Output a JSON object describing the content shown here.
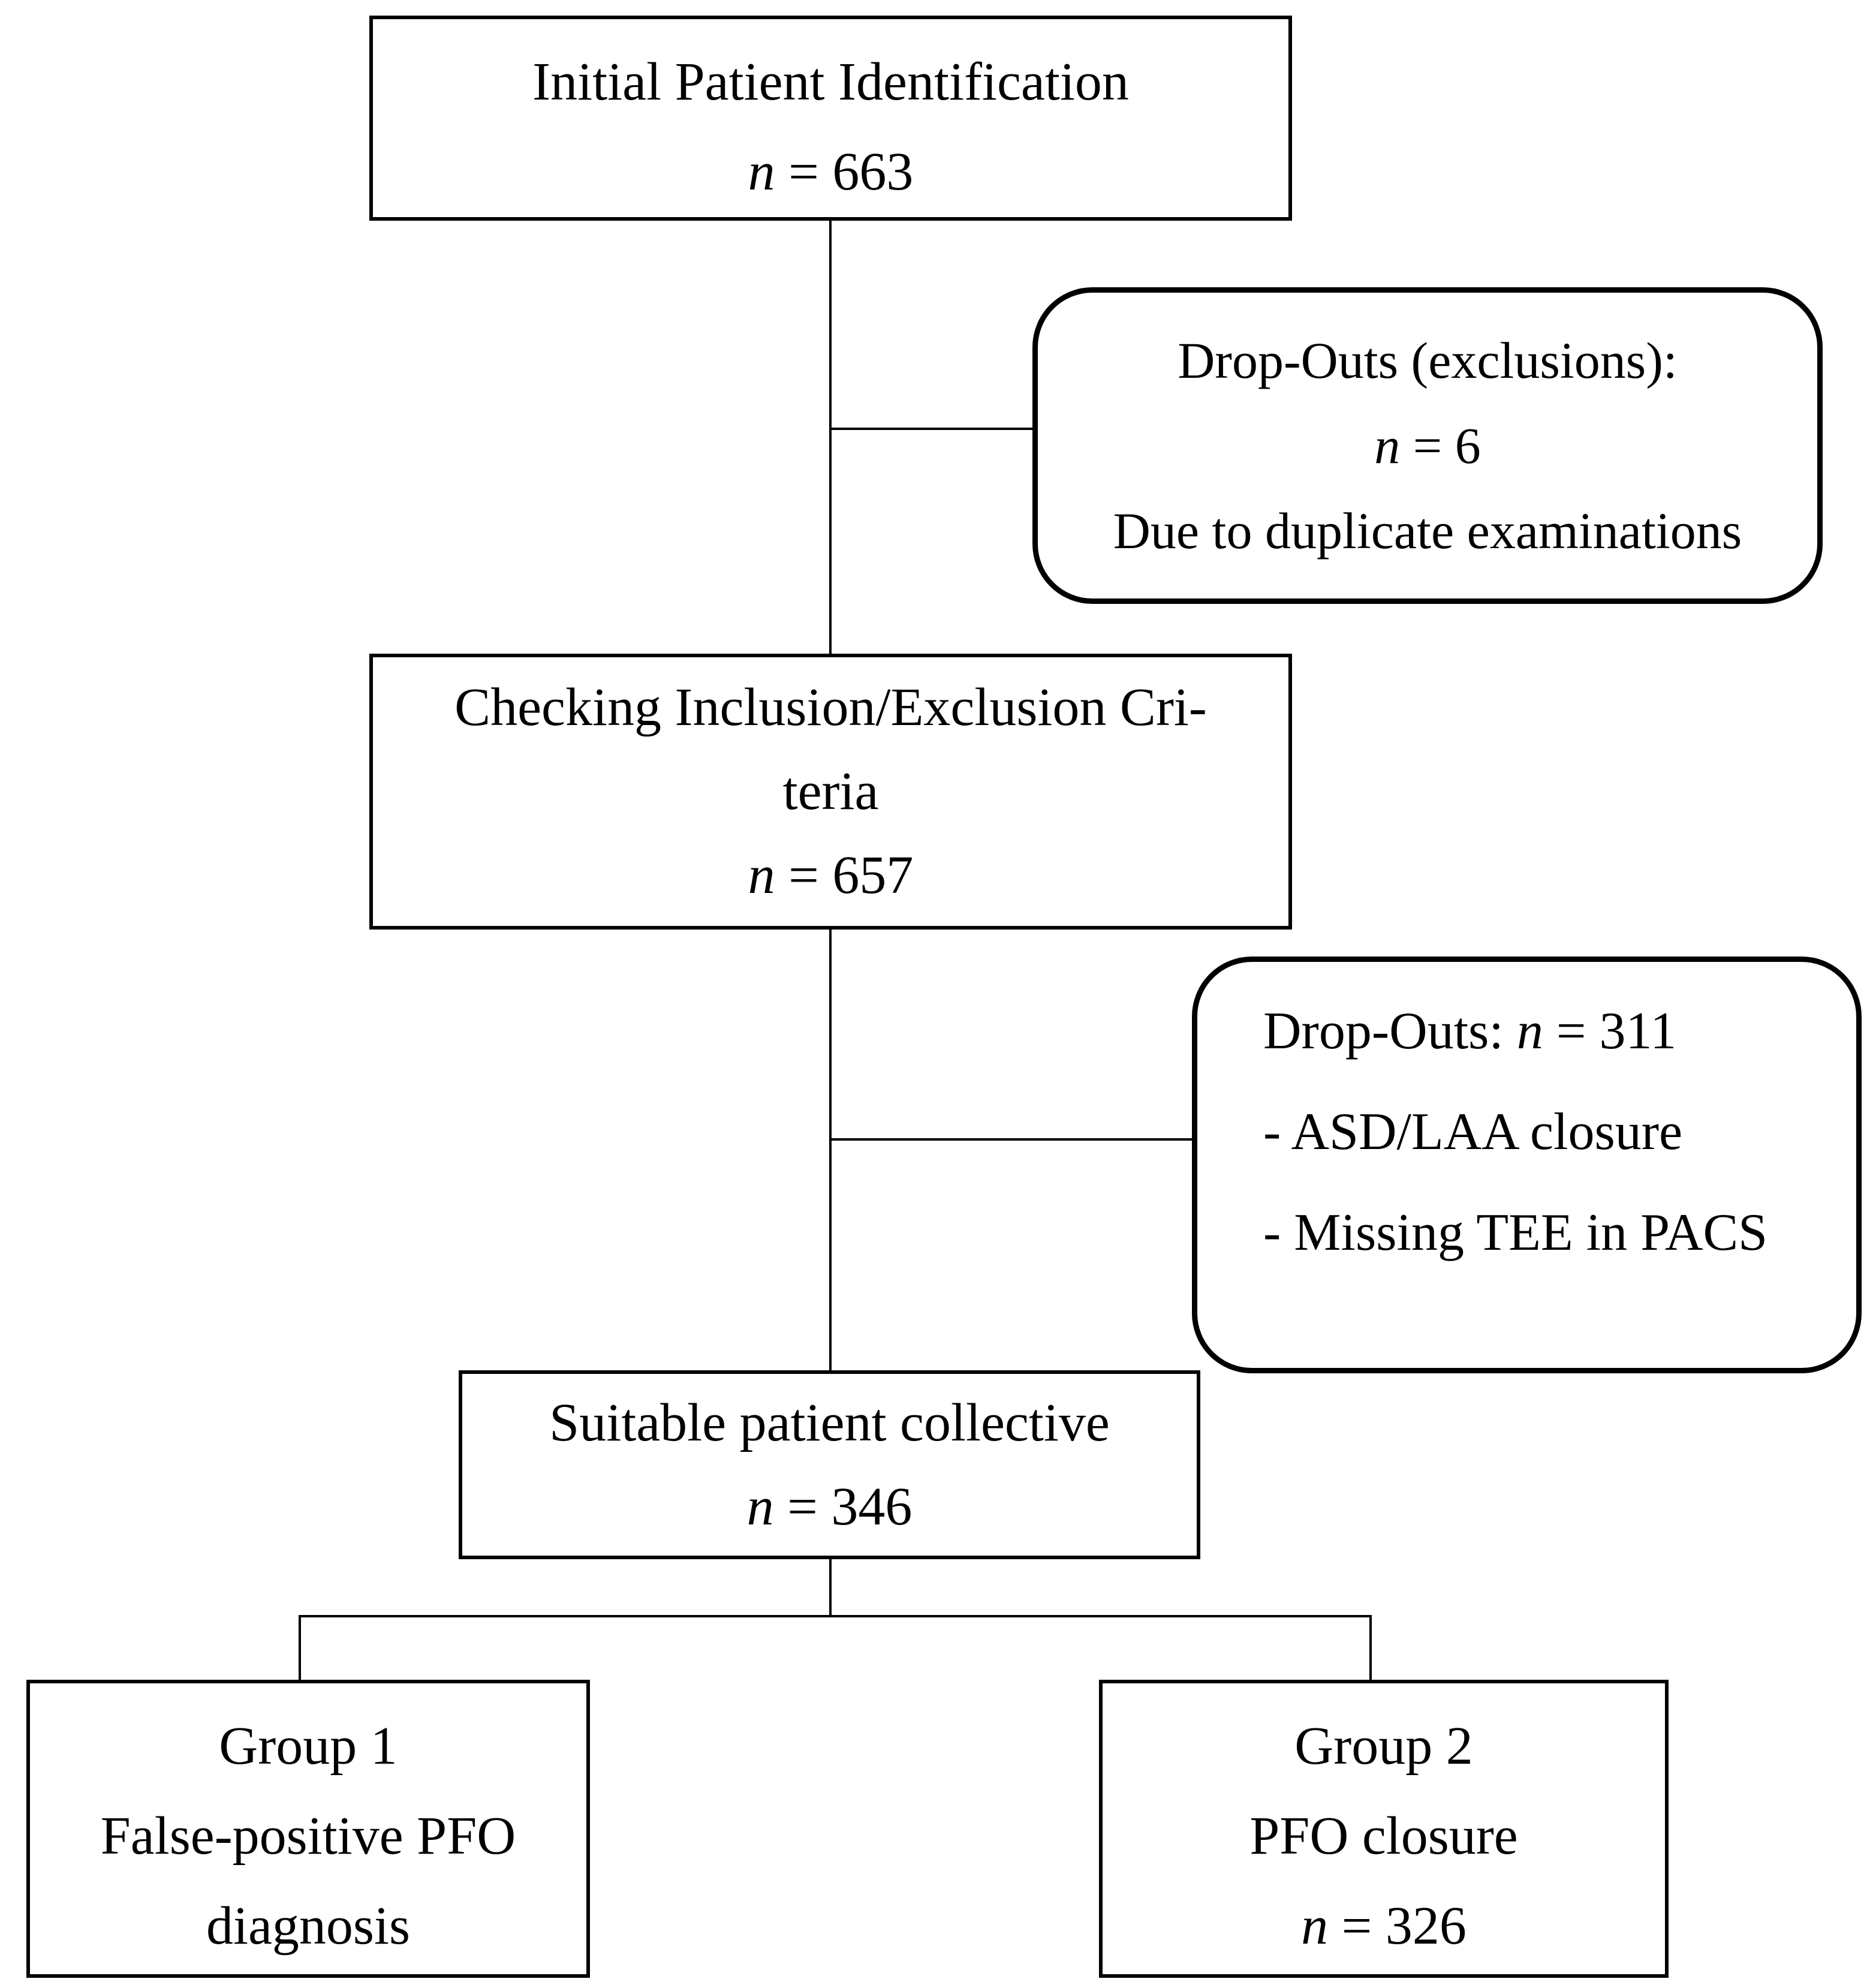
{
  "figure": {
    "type": "flow-diagram",
    "background_color": "#ffffff",
    "line_color": "#000000"
  },
  "nodes": [
    {
      "id": "initial",
      "shape": "rect",
      "lines": [
        "Initial Patient Identification",
        "n = 663"
      ]
    },
    {
      "id": "dropouts1",
      "shape": "rounded",
      "lines": [
        "Drop-Outs (exclusions):",
        "n = 6",
        "Due to duplicate examinations"
      ]
    },
    {
      "id": "checking",
      "shape": "rect",
      "lines": [
        "Checking Inclusion/Exclusion Cri-",
        "teria",
        "n = 657"
      ]
    },
    {
      "id": "dropouts2",
      "shape": "rounded",
      "lines": [
        "Drop-Outs: n = 311",
        "- ASD/LAA closure",
        "- Missing TEE in PACS"
      ]
    },
    {
      "id": "suitable",
      "shape": "rect",
      "lines": [
        "Suitable patient collective",
        "n = 346"
      ]
    },
    {
      "id": "group1",
      "shape": "rect",
      "lines": [
        "Group 1",
        "False-positive PFO",
        "diagnosis"
      ]
    },
    {
      "id": "group2",
      "shape": "rect",
      "lines": [
        "Group 2",
        "PFO closure",
        "n = 326"
      ]
    }
  ]
}
